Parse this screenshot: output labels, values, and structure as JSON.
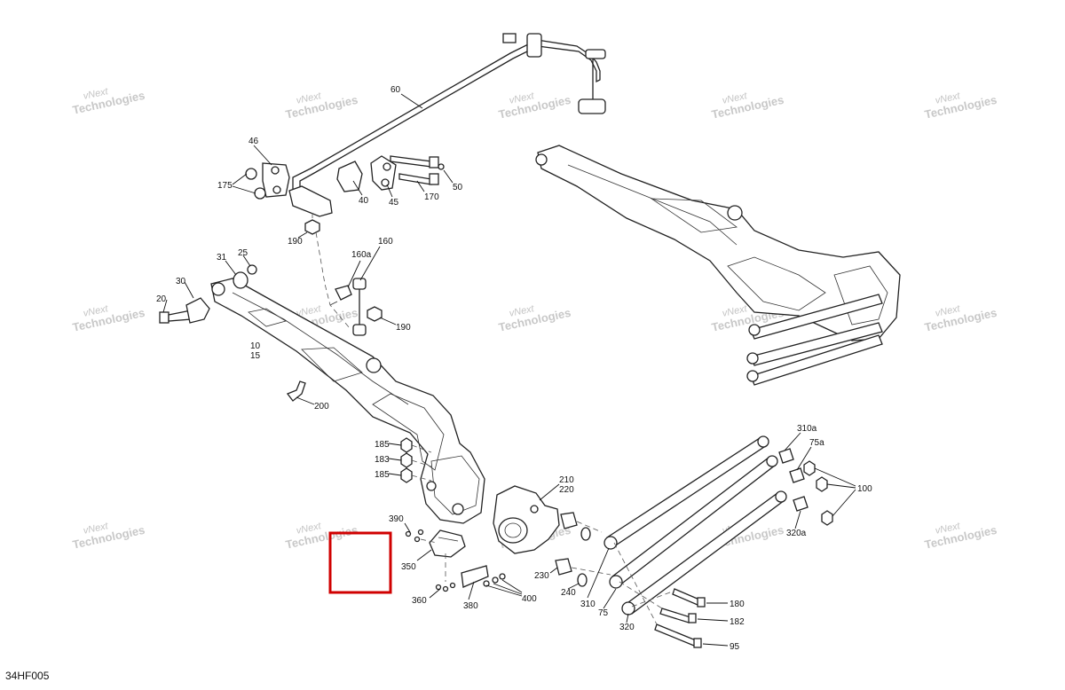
{
  "figure_id": "34HF005",
  "watermark": {
    "line1": "vNext",
    "line2": "Technologies"
  },
  "highlight_color": "#d00000",
  "callouts": {
    "p60": "60",
    "p46": "46",
    "p175": "175",
    "p40": "40",
    "p45": "45",
    "p170": "170",
    "p50": "50",
    "p190a": "190",
    "p31": "31",
    "p25": "25",
    "p30": "30",
    "p20": "20",
    "p160a": "160a",
    "p160": "160",
    "p190b": "190",
    "p10": "10",
    "p15": "15",
    "p200": "200",
    "p185a": "185",
    "p183": "183",
    "p185b": "185",
    "p210": "210",
    "p220": "220",
    "p390": "390",
    "p350": "350",
    "p360": "360",
    "p380": "380",
    "p400": "400",
    "p230": "230",
    "p240": "240",
    "p310": "310",
    "p75": "75",
    "p320": "320",
    "p180": "180",
    "p182": "182",
    "p95": "95",
    "p310a": "310a",
    "p75a": "75a",
    "p100": "100",
    "p320a": "320a"
  }
}
